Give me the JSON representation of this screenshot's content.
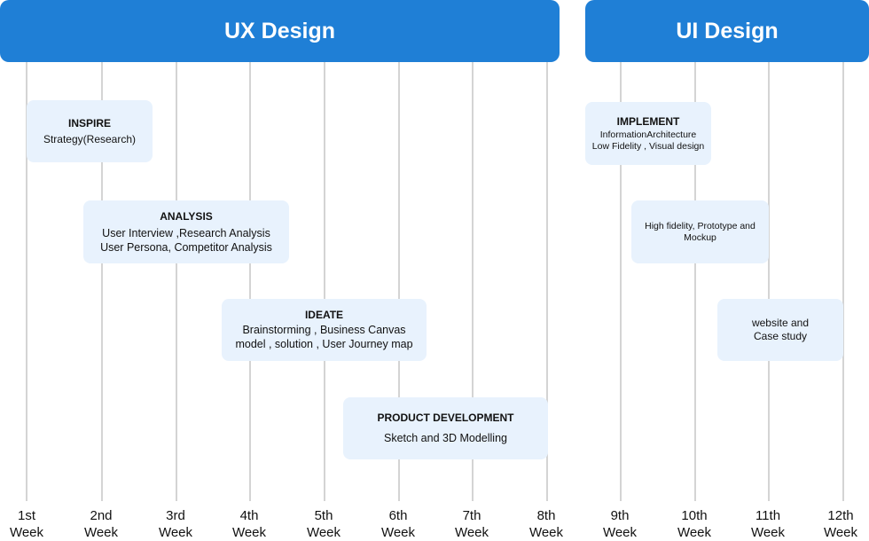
{
  "phases": {
    "ux": {
      "label": "UX Design"
    },
    "ui": {
      "label": "UI Design"
    }
  },
  "tasks": {
    "inspire": {
      "title": "INSPIRE",
      "lines": [
        "Strategy(Research)"
      ]
    },
    "analysis": {
      "title": "ANALYSIS",
      "lines": [
        "User Interview ,Research Analysis",
        "User Persona, Competitor Analysis"
      ]
    },
    "ideate": {
      "title": "IDEATE",
      "lines": [
        "Brainstorming , Business Canvas",
        "model , solution , User Journey map"
      ]
    },
    "product_development": {
      "title": "PRODUCT DEVELOPMENT",
      "lines": [
        "Sketch  and 3D Modelling"
      ]
    },
    "implement": {
      "title": "IMPLEMENT",
      "lines": [
        "InformationArchitecture",
        "Low Fidelity , Visual design"
      ]
    },
    "high_fidelity": {
      "lines": [
        "High fidelity, Prototype and",
        "Mockup"
      ]
    },
    "website": {
      "lines": [
        "website and",
        "Case study"
      ]
    }
  },
  "weeks": [
    {
      "num": "1st",
      "unit": "Week"
    },
    {
      "num": "2nd",
      "unit": "Week"
    },
    {
      "num": "3rd",
      "unit": "Week"
    },
    {
      "num": "4th",
      "unit": "Week"
    },
    {
      "num": "5th",
      "unit": "Week"
    },
    {
      "num": "6th",
      "unit": "Week"
    },
    {
      "num": "7th",
      "unit": "Week"
    },
    {
      "num": "8th",
      "unit": "Week"
    },
    {
      "num": "9th",
      "unit": "Week"
    },
    {
      "num": "10th",
      "unit": "Week"
    },
    {
      "num": "11th",
      "unit": "Week"
    },
    {
      "num": "12th",
      "unit": "Week"
    }
  ],
  "colors": {
    "header_bg": "#1f7fd6",
    "task_bg": "#e8f2fd",
    "gridline": "#d4d4d4"
  }
}
